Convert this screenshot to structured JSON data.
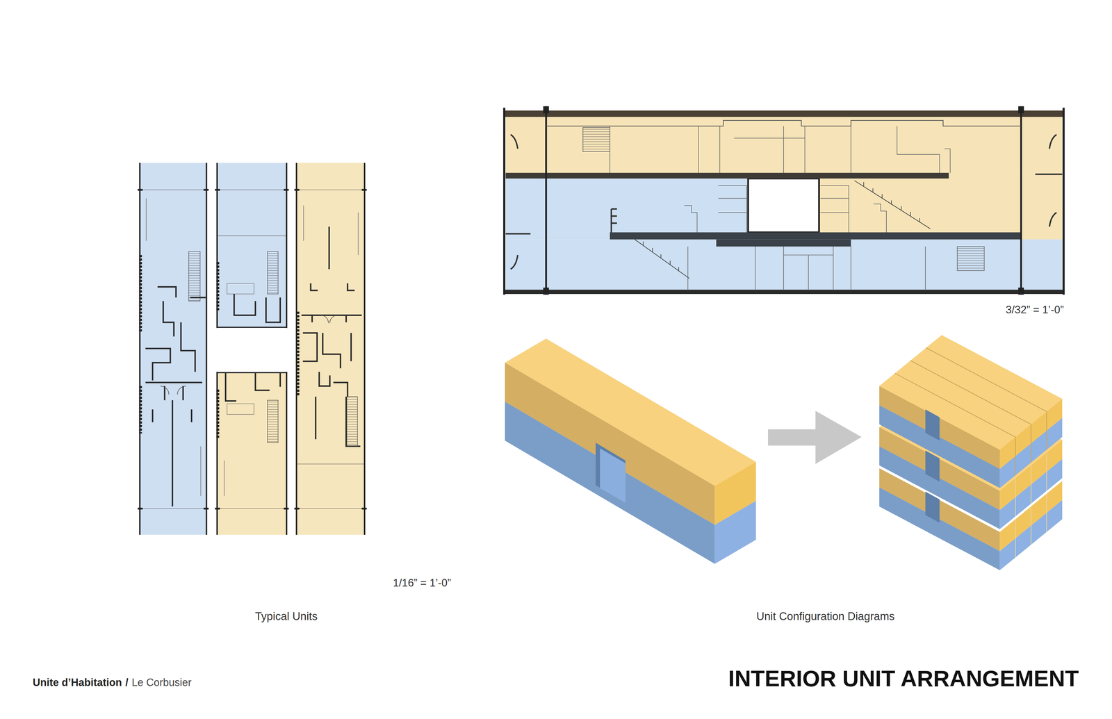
{
  "diagram": {
    "title": "INTERIOR UNIT ARRANGEMENT",
    "labels": [
      "1/16” = 1’-0”",
      "Typical Units",
      "3/32” = 1’-0”",
      "Unit Configuration Diagrams",
      "Unite d’Habitation",
      "/",
      "Le Corbusier"
    ]
  }
}
